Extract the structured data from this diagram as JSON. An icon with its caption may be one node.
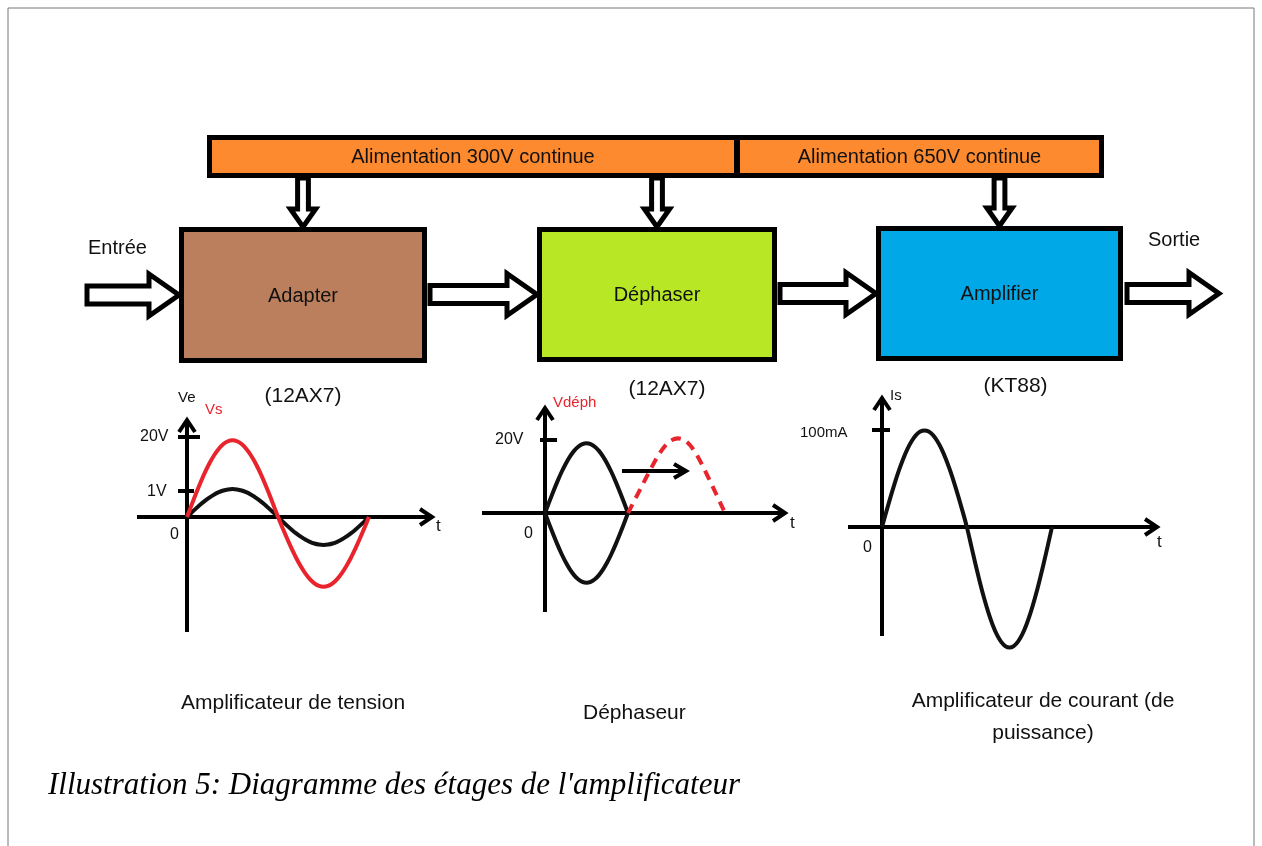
{
  "diagram": {
    "caption": "Illustration 5: Diagramme des étages de l'amplificateur",
    "nodes": [
      {
        "text": [
          "Alimentation 300V continue"
        ]
      },
      {
        "text": [
          "Alimentation 650V continue"
        ]
      },
      {
        "text": [
          "Adapter"
        ],
        "beside": [
          "(12AX7)"
        ]
      },
      {
        "text": [
          "Déphaser"
        ],
        "beside": [
          "(12AX7)"
        ]
      },
      {
        "text": [
          "Amplifier"
        ],
        "beside": [
          "(KT88)"
        ]
      }
    ],
    "edges": [
      {
        "from": 0,
        "to": 2,
        "arrow": "to"
      },
      {
        "from": 0,
        "to": 3,
        "arrow": "to"
      },
      {
        "from": 1,
        "to": 4,
        "arrow": "to"
      },
      {
        "from": null,
        "to": 2,
        "arrow": "to"
      },
      {
        "from": 2,
        "to": 3,
        "arrow": "to"
      },
      {
        "from": 3,
        "to": 4,
        "arrow": "to"
      },
      {
        "from": 4,
        "to": null,
        "arrow": "to"
      }
    ],
    "labels": [
      "Entrée",
      "Sortie",
      "Ve",
      "Vs",
      "20V",
      "1V",
      "0",
      "t",
      "Vdéph",
      "20V",
      "0",
      "t",
      "Is",
      "100mA",
      "0",
      "t",
      "Amplificateur de tension",
      "Déphaseur",
      "Amplificateur de courant (de puissance)"
    ]
  }
}
